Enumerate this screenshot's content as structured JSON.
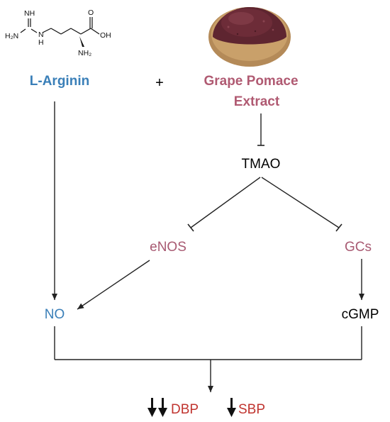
{
  "colors": {
    "l_arginin": "#3a7fb8",
    "grape": "#b05a72",
    "black": "#000000",
    "enzyme": "#a85a72",
    "no": "#3a7fb8",
    "bp": "#c0342f",
    "powder": "#5e2530",
    "wood": "#b48a58"
  },
  "molecule": {
    "nh_top": "NH",
    "h2n": "H₂N",
    "n_left": "N",
    "h_left": "H",
    "o_top": "O",
    "oh": "OH",
    "nh2_bottom": "NH₂"
  },
  "nodes": {
    "l_arginin": "L-Arginin",
    "plus": "+",
    "grape_line1": "Grape Pomace",
    "grape_line2": "Extract",
    "tmao": "TMAO",
    "enos": "eNOS",
    "gcs": "GCs",
    "no": "NO",
    "cgmp": "cGMP",
    "dbp": "DBP",
    "sbp": "SBP"
  },
  "icons": {
    "powder_bowl": "grape-powder-bowl-icon",
    "down_arrow": "down-arrow-icon"
  }
}
